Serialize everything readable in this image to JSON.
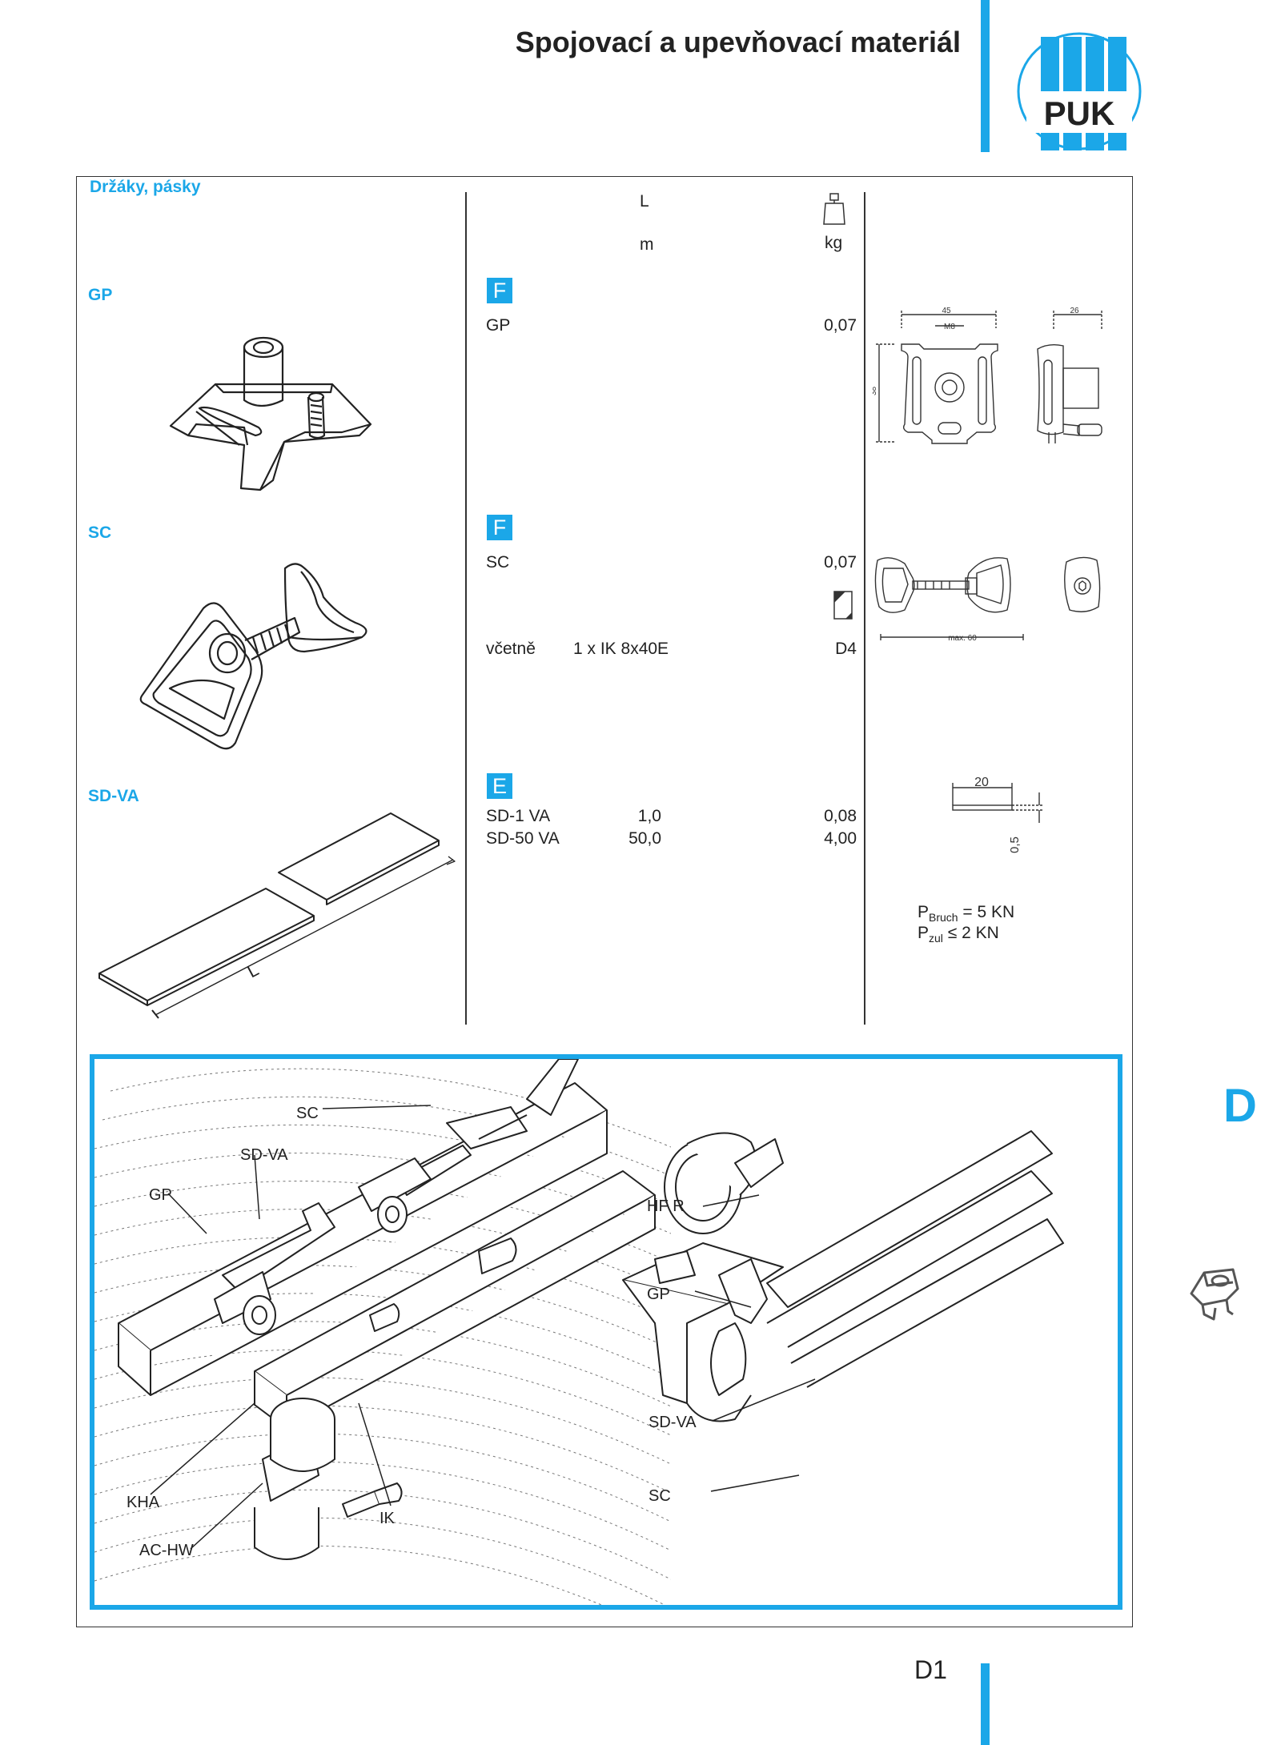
{
  "header": {
    "title": "Spojovací a upevňovací materiál",
    "logo_text": "PUK",
    "accent_color": "#1ba7e8"
  },
  "table": {
    "section_title": "Držáky, pásky",
    "col_length_label": "L",
    "col_length_unit": "m",
    "col_weight_unit": "kg",
    "col_weight_icon": "weight-icon"
  },
  "products": [
    {
      "label": "GP",
      "badge": "F",
      "rows": [
        {
          "name": "GP",
          "length": "",
          "weight": "0,07"
        }
      ],
      "drawing_dims": {
        "width": "45",
        "thread": "M8",
        "height": "38",
        "depth": "26"
      }
    },
    {
      "label": "SC",
      "badge": "F",
      "rows": [
        {
          "name": "SC",
          "length": "",
          "weight": "0,07"
        }
      ],
      "incl_label": "včetně",
      "incl_item": "1 x IK 8x40E",
      "incl_ref": "D4",
      "incl_icon": "page-reference-icon",
      "drawing_dims": {
        "max": "max. 60"
      }
    },
    {
      "label": "SD-VA",
      "badge": "E",
      "rows": [
        {
          "name": "SD-1 VA",
          "length": "1,0",
          "weight": "0,08"
        },
        {
          "name": "SD-50 VA",
          "length": "50,0",
          "weight": "4,00"
        }
      ],
      "drawing_dims": {
        "width": "20",
        "thickness": "0,5",
        "length": "L"
      },
      "loads": [
        {
          "symbol": "P",
          "subscript": "Bruch",
          "value": " = 5 KN"
        },
        {
          "symbol": "P",
          "subscript": "zul",
          "value": " ≤ 2 KN"
        }
      ]
    }
  ],
  "illustration": {
    "left_callouts": [
      "SC",
      "SD-VA",
      "GP",
      "KHA",
      "AC-HW",
      "IK"
    ],
    "right_callouts": [
      "HF R",
      "GP",
      "SD-VA",
      "SC"
    ]
  },
  "sidebar": {
    "tab_letter": "D"
  },
  "footer": {
    "page_number": "D1"
  }
}
